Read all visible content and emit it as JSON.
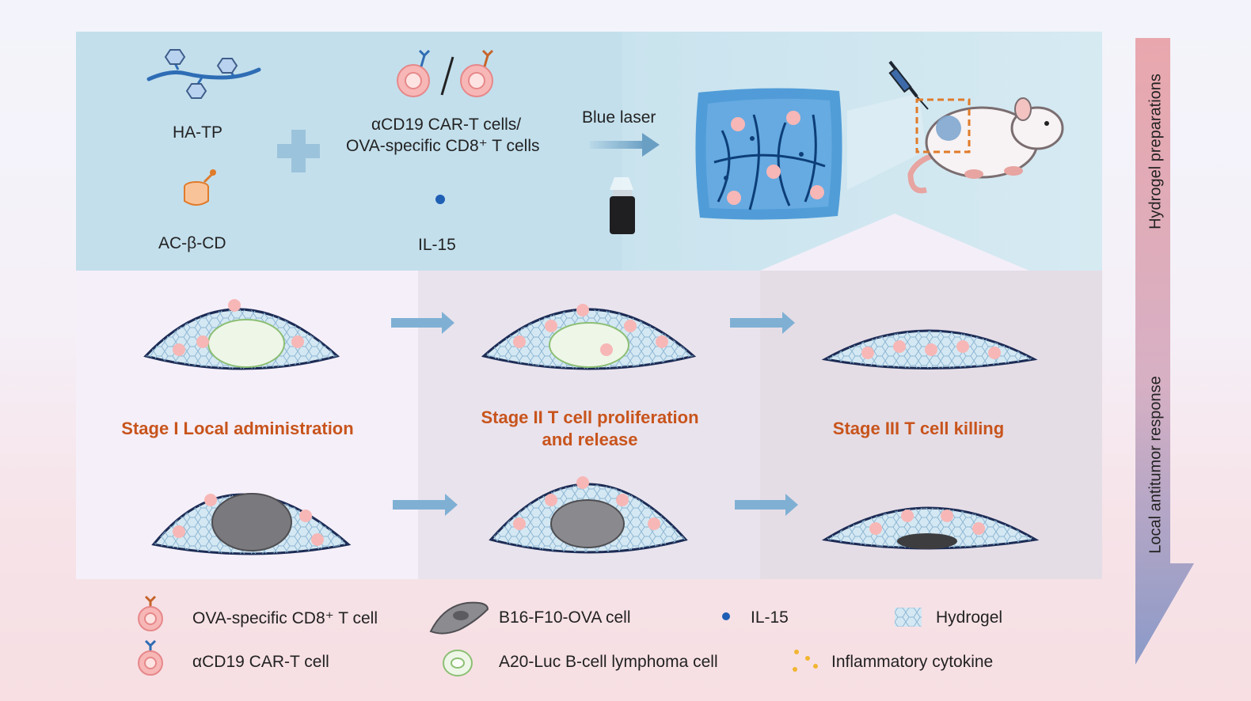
{
  "top": {
    "ha_tp": "HA-TP",
    "ac_cd": "AC-β-CD",
    "cells_line1": "αCD19 CAR-T cells/",
    "cells_line2": "OVA-specific CD8⁺ T cells",
    "il15": "IL-15",
    "blue_laser": "Blue laser"
  },
  "stages": [
    {
      "line1": "Stage I Local administration",
      "line2": ""
    },
    {
      "line1": "Stage II T cell proliferation",
      "line2": "and release"
    },
    {
      "line1": "Stage III T cell killing",
      "line2": ""
    }
  ],
  "side": {
    "top": "Hydrogel preparations",
    "bottom": "Local antitumor response"
  },
  "legend": {
    "ova_cd8": "OVA-specific CD8⁺ T cell",
    "car_t": "αCD19 CAR-T cell",
    "b16": "B16-F10-OVA cell",
    "a20": "A20-Luc B-cell lymphoma cell",
    "il15": "IL-15",
    "cytokine": "Inflammatory cytokine",
    "hydrogel": "Hydrogel"
  },
  "colors": {
    "accent_stage": "#c8541c",
    "panel_blue": "#c3dfec",
    "tcell_pink": "#f4a5a7",
    "il15_blue": "#1f5fb4",
    "ova_receptor": "#c6642a",
    "car_receptor": "#2f6cb3",
    "arrow_blue": "#6a9fc4"
  }
}
